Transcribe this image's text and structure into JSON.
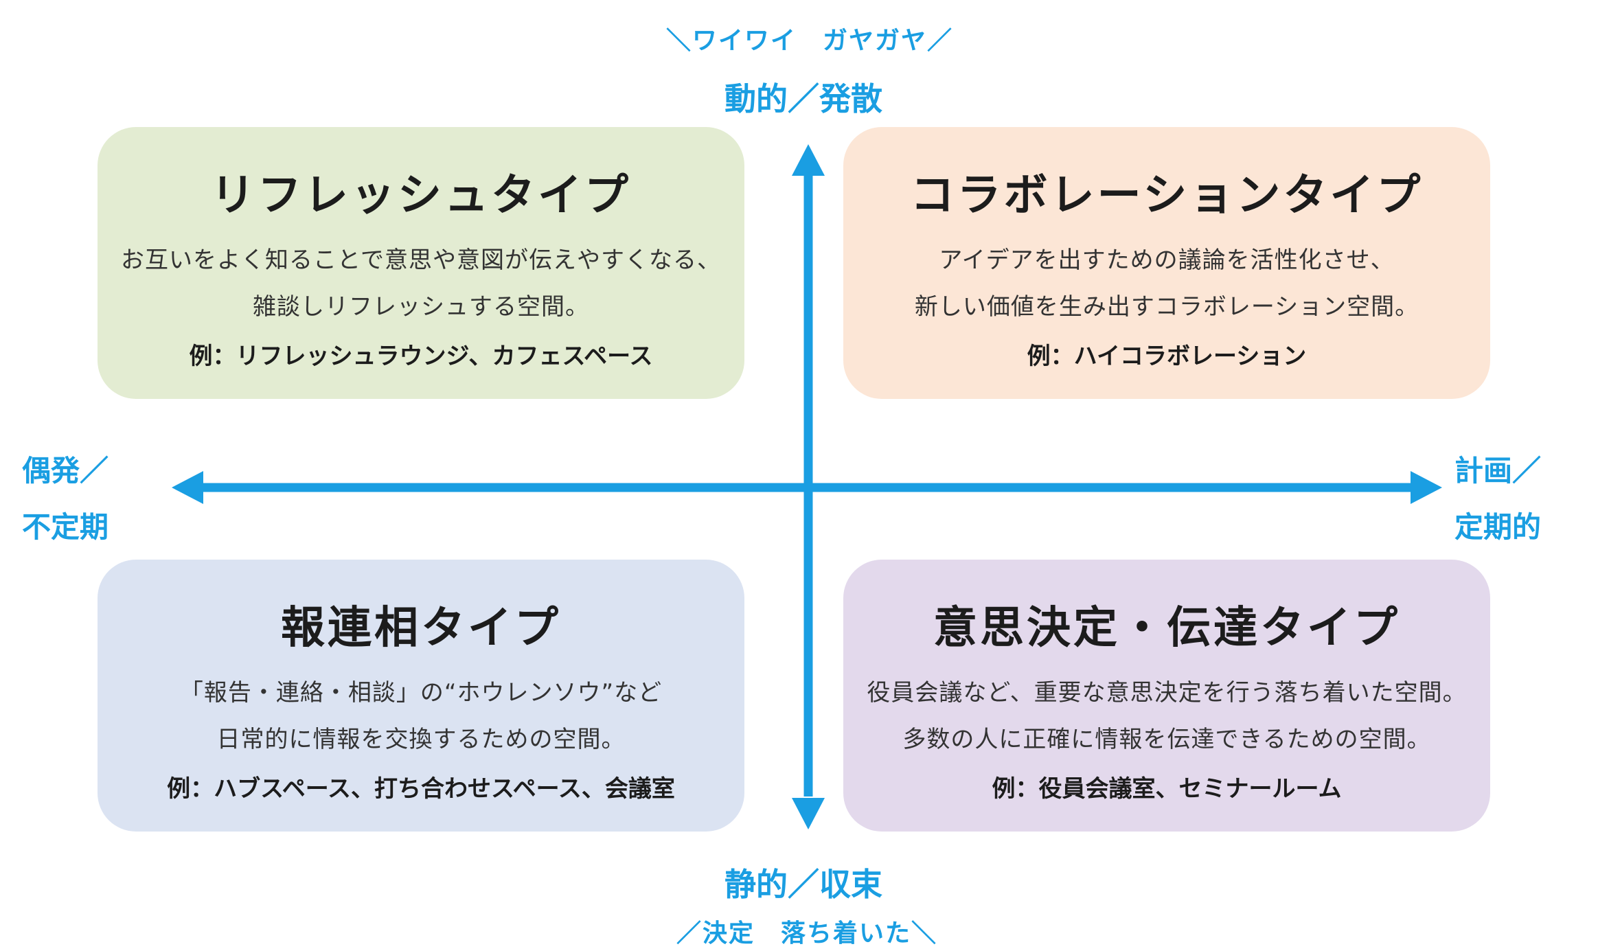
{
  "colors": {
    "axis": "#1a9ee2",
    "refresh_bg": "#e3ecd2",
    "collab_bg": "#fce6d6",
    "report_bg": "#dbe3f2",
    "decision_bg": "#e3d9ec"
  },
  "axes": {
    "top": {
      "sub": "＼ワイワイ　ガヤガヤ／",
      "label": "動的／発散"
    },
    "bottom": {
      "label": "静的／収束",
      "sub": "／決定　落ち着いた＼"
    },
    "left": {
      "line1": "偶発／",
      "line2": "不定期"
    },
    "right": {
      "line1": "計画／",
      "line2": "定期的"
    }
  },
  "quadrants": {
    "top_left": {
      "title": "リフレッシュタイプ",
      "line1": "お互いをよく知ることで意思や意図が伝えやすくなる、",
      "line2": "雑談しリフレッシュする空間。",
      "example": "例：リフレッシュラウンジ、カフェスペース"
    },
    "top_right": {
      "title": "コラボレーションタイプ",
      "line1": "アイデアを出すための議論を活性化させ、",
      "line2": "新しい価値を生み出すコラボレーション空間。",
      "example": "例：ハイコラボレーション"
    },
    "bottom_left": {
      "title": "報連相タイプ",
      "line1": "「報告・連絡・相談」の“ホウレンソウ”など",
      "line2": "日常的に情報を交換するための空間。",
      "example": "例：ハブスペース、打ち合わせスペース、会議室"
    },
    "bottom_right": {
      "title": "意思決定・伝達タイプ",
      "line1": "役員会議など、重要な意思決定を行う落ち着いた空間。",
      "line2": "多数の人に正確に情報を伝達できるための空間。",
      "example": "例：役員会議室、セミナールーム"
    }
  }
}
